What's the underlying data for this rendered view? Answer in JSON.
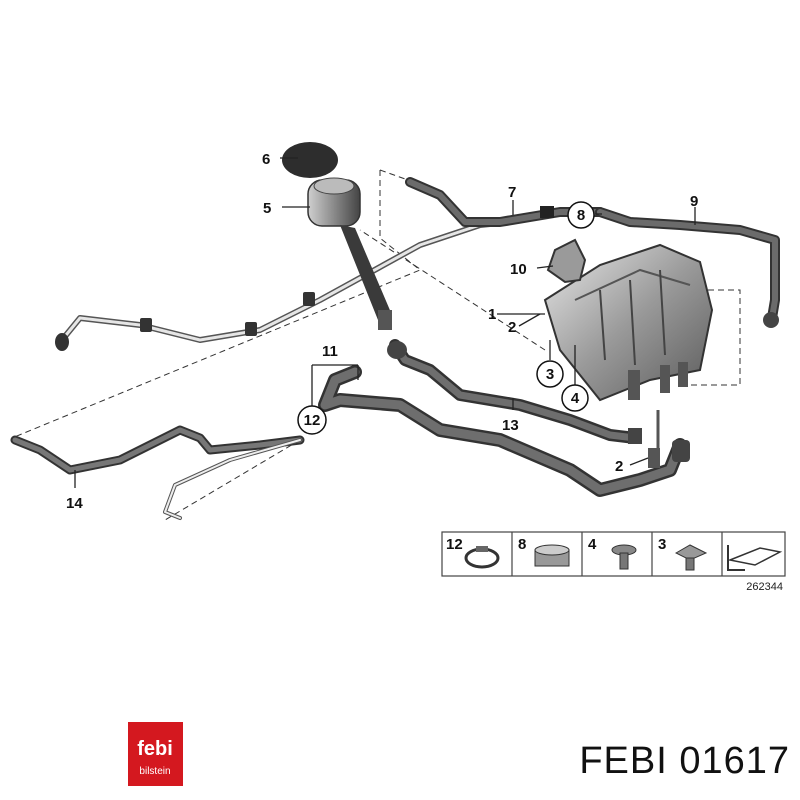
{
  "diagram": {
    "callouts": {
      "c1": "1",
      "c2a": "2",
      "c2b": "2",
      "c3": "3",
      "c4": "4",
      "c5": "5",
      "c6": "6",
      "c7": "7",
      "c8": "8",
      "c9": "9",
      "c10": "10",
      "c11": "11",
      "c12": "12",
      "c13": "13",
      "c14": "14"
    },
    "legend": [
      "12",
      "8",
      "4",
      "3"
    ],
    "reference_number": "262344"
  },
  "footer": {
    "logo_top": "febi",
    "logo_bottom": "bilstein",
    "part_label": "FEBI 01617"
  },
  "colors": {
    "logo_red": "#d4181f",
    "hose_dark": "#4a4a4a",
    "line": "#333333"
  }
}
